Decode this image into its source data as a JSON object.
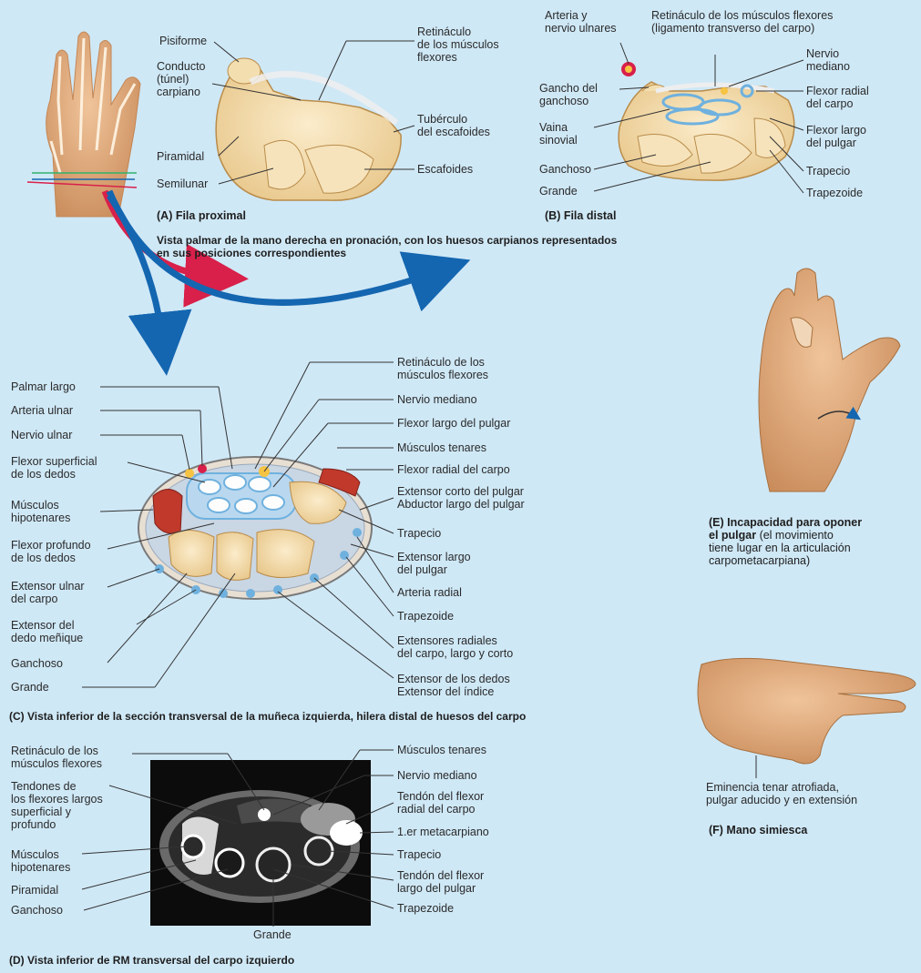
{
  "panel_a": {
    "caption": "(A) Fila proximal",
    "labels": {
      "pisiforme": "Pisiforme",
      "conducto": "Conducto\n(túnel)\ncarpiano",
      "piramidal": "Piramidal",
      "semilunar": "Semilunar",
      "retinaculo": "Retináculo\nde los músculos\nflexores",
      "tuberculo": "Tubérculo\ndel escafoides",
      "escafoides": "Escafoides"
    }
  },
  "panel_b": {
    "caption": "(B) Fila distal",
    "labels": {
      "arteria_nervio": "Arteria y\nnervio ulnares",
      "retinaculo": "Retináculo de los músculos flexores\n(ligamento transverso del carpo)",
      "nervio_mediano": "Nervio\nmediano",
      "gancho": "Gancho del\nganchoso",
      "flexor_radial": "Flexor radial\ndel carpo",
      "vaina": "Vaina\nsinovial",
      "flexor_largo": "Flexor largo\ndel pulgar",
      "ganchoso": "Ganchoso",
      "trapecio": "Trapecio",
      "grande": "Grande",
      "trapezoide": "Trapezoide"
    }
  },
  "overview_caption": "Vista palmar de la mano derecha en pronación, con los huesos carpianos representados\nen sus posiciones correspondientes",
  "panel_c": {
    "caption": "(C) Vista inferior de la sección transversal de la muñeca izquierda, hilera distal de huesos del carpo",
    "left_labels": {
      "palmar_largo": "Palmar largo",
      "arteria_ulnar": "Arteria ulnar",
      "nervio_ulnar": "Nervio ulnar",
      "flexor_superficial": "Flexor superficial\nde los dedos",
      "hipotenares": "Músculos\nhipotenares",
      "flexor_profundo": "Flexor profundo\nde los dedos",
      "extensor_ulnar": "Extensor ulnar\ndel carpo",
      "extensor_menique": "Extensor del\ndedo meñique",
      "ganchoso": "Ganchoso",
      "grande": "Grande"
    },
    "right_labels": {
      "retinaculo": "Retináculo de los\nmúsculos flexores",
      "nervio_mediano": "Nervio mediano",
      "flexor_largo_pulgar": "Flexor largo del pulgar",
      "tenares": "Músculos tenares",
      "flexor_radial": "Flexor radial del carpo",
      "extensor_corto": "Extensor corto del pulgar\nAbductor largo del pulgar",
      "trapecio": "Trapecio",
      "extensor_largo": "Extensor largo\ndel pulgar",
      "arteria_radial": "Arteria radial",
      "trapezoide": "Trapezoide",
      "extensores_radiales": "Extensores radiales\ndel carpo, largo y corto",
      "extensor_dedos": "Extensor de los dedos\nExtensor del índice"
    }
  },
  "panel_d": {
    "caption": "(D) Vista inferior de RM transversal del carpo izquierdo",
    "left_labels": {
      "retinaculo": "Retináculo de los\nmúsculos flexores",
      "tendones": "Tendones de\nlos flexores largos\nsuperficial y\nprofundo",
      "hipotenares": "Músculos\nhipotenares",
      "piramidal": "Piramidal",
      "ganchoso": "Ganchoso"
    },
    "bottom_label": "Grande",
    "right_labels": {
      "tenares": "Músculos tenares",
      "nervio_mediano": "Nervio mediano",
      "tendon_flexor_radial": "Tendón del flexor\nradial del carpo",
      "metacarpiano": "1.er metacarpiano",
      "trapecio": "Trapecio",
      "tendon_flexor_largo": "Tendón del flexor\nlargo del pulgar",
      "trapezoide": "Trapezoide"
    }
  },
  "panel_e": {
    "caption_bold": "(E) Incapacidad para oponer\nel pulgar",
    "caption_rest": " (el movimiento\ntiene lugar en la articulación\ncarpometacarpiana)"
  },
  "panel_f": {
    "label": "Eminencia tenar atrofiada,\npulgar aducido y en extensión",
    "caption": "(F) Mano simiesca"
  },
  "colors": {
    "background": "#cfe8f6",
    "bone": "#f3deb0",
    "bone_edge": "#b98c4a",
    "arrow_red": "#d8204a",
    "arrow_blue": "#1466b0",
    "tendon": "#6fb1de",
    "muscle": "#c0392b",
    "skin": "#e0a877"
  }
}
